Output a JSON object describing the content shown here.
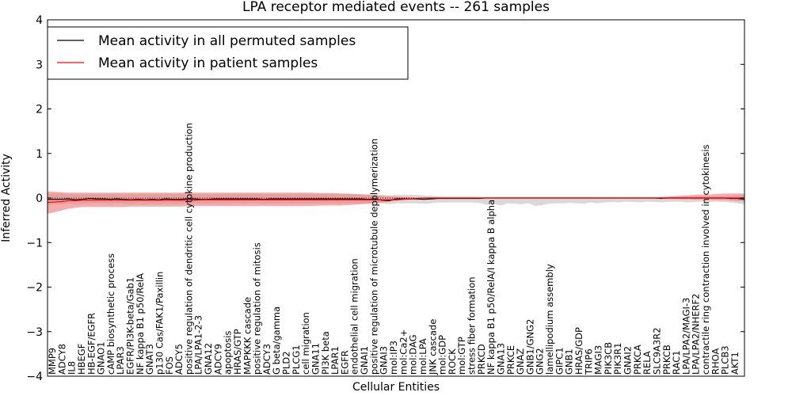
{
  "chart_data": {
    "type": "line",
    "title": "LPA receptor mediated events -- 261 samples",
    "xlabel": "Cellular Entities",
    "ylabel": "Inferred Activity",
    "ylim": [
      -4,
      4
    ],
    "yticks": [
      -4,
      -3,
      -2,
      -1,
      0,
      1,
      2,
      3,
      4
    ],
    "ytick_labels": [
      "−4",
      "−3",
      "−2",
      "−1",
      "0",
      "1",
      "2",
      "3",
      "4"
    ],
    "grid": false,
    "legend_placement": "top-left",
    "legend": [
      {
        "label": "Mean activity in all permuted samples",
        "color": "#000000"
      },
      {
        "label": "Mean activity in patient samples",
        "color": "#ff0000"
      }
    ],
    "colors": {
      "permuted_band": "#cccccc",
      "patient_band": "#f08080",
      "permuted_line": "#000000",
      "patient_line": "#ff0000"
    },
    "x": [
      0,
      1,
      2,
      3,
      4,
      5,
      6,
      7,
      8,
      9,
      10,
      11,
      12,
      13,
      14,
      15,
      16,
      17,
      18,
      19,
      20,
      21,
      22,
      23,
      24,
      25,
      26,
      27,
      28,
      29,
      30,
      31,
      32,
      33,
      34,
      35,
      36,
      37,
      38,
      39,
      40,
      41,
      42,
      43,
      44,
      45,
      46,
      47,
      48,
      49,
      50,
      51,
      52,
      53,
      54,
      55,
      56,
      57,
      58,
      59,
      60,
      61,
      62,
      63,
      64,
      65,
      66,
      67,
      68,
      69,
      70,
      71,
      72,
      73,
      74,
      75,
      76,
      77,
      78,
      79,
      80,
      81,
      82,
      83,
      84,
      85,
      86,
      87,
      88,
      89,
      90,
      91,
      92,
      93,
      94,
      95,
      96,
      97,
      98,
      99,
      100
    ],
    "entity_labels": [
      "MMP9",
      "ADCY8",
      "IL8",
      "HBEGF",
      "HB-EGF/EGFR",
      "GNAO1",
      "cAMP biosynthetic process",
      "LPAR3",
      "EGFR/PI3K-beta/Gab1",
      "NF kappa B1 p50/RelA",
      "GNAT3",
      "p130 Cas/FAK1/Paxillin",
      "FOS",
      "ADCY5",
      "positive regulation of dendritic cell cytokine production",
      "LPA/LPA1-2-3",
      "GNA12",
      "ADCY9",
      "apoptosis",
      "HRAS/GTP",
      "MAPKKK cascade",
      "positive regulation of mitosis",
      "ADCY3",
      "G beta/gamma",
      "PLD2",
      "PLCG1",
      "cell migration",
      "GNA11",
      "PI3K beta",
      "LPAR1",
      "EGFR",
      "endothelial cell migration",
      "GNAI1",
      "positive regulation of microtubule depolymerization",
      "GNAI3",
      "mol:IP3",
      "mol:Ca2+",
      "mol:DAG",
      "mol:LPA",
      "JNK cascade",
      "mol:GDP",
      "ROCK",
      "mol:GTP",
      "stress fiber formation",
      "PRKCD",
      "NF kappa B1 p50/RelA/I kappa B alpha",
      "GNA13",
      "PRKCE",
      "GNAZ",
      "GNB1/GNG2",
      "GNG2",
      "lamellipodium assembly",
      "GIPC1",
      "GNB1",
      "HRAS/GDP",
      "TRIP6",
      "MAGI3",
      "PIK3CB",
      "PIK3R1",
      "GNAI2",
      "PRKCA",
      "RELA",
      "SLC9A3R2",
      "PRKCB",
      "RAC1",
      "LPA/LPA2/MAGI-3",
      "LPA/LPA2/NHERF2",
      "contractile ring contraction involved in cytokinesis",
      "RHOA",
      "PLCB3",
      "AKT1"
    ],
    "series": [
      {
        "name": "Mean activity in all permuted samples",
        "values": [
          -0.03,
          -0.03,
          -0.03,
          -0.02,
          -0.04,
          -0.03,
          -0.01,
          -0.02,
          -0.02,
          -0.03,
          -0.02,
          -0.03,
          -0.04,
          -0.03,
          -0.04,
          -0.03,
          -0.04,
          -0.02,
          -0.03,
          -0.03,
          -0.02,
          -0.02,
          -0.03,
          -0.03,
          -0.02,
          -0.02,
          -0.02,
          -0.02,
          -0.02,
          -0.02,
          -0.02,
          -0.03,
          -0.02,
          -0.02,
          -0.02,
          -0.02,
          -0.02,
          -0.02,
          -0.02,
          -0.02,
          -0.02,
          -0.02,
          -0.02,
          -0.02,
          -0.02,
          -0.02,
          -0.03,
          -0.02,
          -0.05,
          -0.06,
          -0.02,
          -0.02,
          -0.02,
          -0.02,
          -0.03,
          -0.02,
          -0.01,
          -0.01,
          -0.01,
          -0.01,
          -0.01,
          -0.01,
          -0.01,
          0.0,
          0.0,
          0.0,
          0.0,
          0.0,
          0.0,
          0.0,
          0.0,
          0.0,
          0.0,
          0.0,
          0.0,
          0.0,
          0.0,
          0.0,
          0.0,
          0.0,
          0.0,
          0.0,
          0.0,
          0.0,
          0.0,
          0.0,
          0.0,
          0.0,
          -0.01,
          0.0,
          0.0,
          0.0,
          0.0,
          0.0,
          0.0,
          0.0,
          0.0,
          0.0,
          -0.01,
          -0.01,
          -0.03
        ],
        "band_low": [
          -0.16,
          -0.15,
          -0.14,
          -0.13,
          -0.14,
          -0.13,
          -0.12,
          -0.12,
          -0.12,
          -0.13,
          -0.12,
          -0.13,
          -0.14,
          -0.13,
          -0.14,
          -0.13,
          -0.14,
          -0.12,
          -0.13,
          -0.13,
          -0.12,
          -0.12,
          -0.13,
          -0.13,
          -0.12,
          -0.12,
          -0.12,
          -0.12,
          -0.12,
          -0.12,
          -0.12,
          -0.13,
          -0.12,
          -0.12,
          -0.12,
          -0.12,
          -0.12,
          -0.12,
          -0.12,
          -0.12,
          -0.12,
          -0.12,
          -0.12,
          -0.12,
          -0.12,
          -0.12,
          -0.13,
          -0.12,
          -0.12,
          -0.14,
          -0.12,
          -0.12,
          -0.12,
          -0.12,
          -0.13,
          -0.12,
          -0.1,
          -0.1,
          -0.1,
          -0.1,
          -0.1,
          -0.1,
          -0.11,
          -0.15,
          -0.13,
          -0.17,
          -0.12,
          -0.13,
          -0.14,
          -0.12,
          -0.18,
          -0.16,
          -0.13,
          -0.12,
          -0.12,
          -0.11,
          -0.12,
          -0.13,
          -0.1,
          -0.12,
          -0.1,
          -0.09,
          -0.1,
          -0.08,
          -0.09,
          -0.1,
          -0.08,
          -0.09,
          -0.1,
          -0.09,
          -0.08,
          -0.09,
          -0.1,
          -0.09,
          -0.08,
          -0.09,
          -0.08,
          -0.09,
          -0.1,
          -0.12,
          -0.14
        ],
        "band_high": [
          0.1,
          0.1,
          0.1,
          0.09,
          0.09,
          0.09,
          0.09,
          0.09,
          0.09,
          0.09,
          0.09,
          0.09,
          0.09,
          0.09,
          0.09,
          0.09,
          0.09,
          0.09,
          0.09,
          0.09,
          0.09,
          0.09,
          0.09,
          0.09,
          0.09,
          0.09,
          0.09,
          0.09,
          0.09,
          0.09,
          0.09,
          0.09,
          0.09,
          0.09,
          0.09,
          0.09,
          0.09,
          0.09,
          0.09,
          0.09,
          0.09,
          0.09,
          0.09,
          0.09,
          0.09,
          0.09,
          0.08,
          0.08,
          0.07,
          0.06,
          0.07,
          0.07,
          0.07,
          0.07,
          0.06,
          0.05,
          0.04,
          0.03,
          0.03,
          0.03,
          0.03,
          0.03,
          0.02,
          0.02,
          0.02,
          0.02,
          0.02,
          0.02,
          0.02,
          0.02,
          0.02,
          0.02,
          0.02,
          0.02,
          0.02,
          0.02,
          0.02,
          0.02,
          0.02,
          0.02,
          0.02,
          0.02,
          0.02,
          0.02,
          0.02,
          0.02,
          0.02,
          0.02,
          0.02,
          0.03,
          0.03,
          0.04,
          0.04,
          0.04,
          0.03,
          0.03,
          0.03,
          0.04,
          0.05,
          0.06,
          0.07
        ]
      },
      {
        "name": "Mean activity in patient samples",
        "values": [
          -0.1,
          -0.09,
          -0.08,
          -0.06,
          -0.06,
          -0.05,
          -0.05,
          -0.05,
          -0.05,
          -0.05,
          -0.05,
          -0.05,
          -0.05,
          -0.05,
          -0.05,
          -0.05,
          -0.05,
          -0.05,
          -0.05,
          -0.05,
          -0.05,
          -0.05,
          -0.04,
          -0.04,
          -0.04,
          -0.04,
          -0.04,
          -0.04,
          -0.04,
          -0.04,
          -0.04,
          -0.04,
          -0.04,
          -0.04,
          -0.04,
          -0.04,
          -0.04,
          -0.04,
          -0.04,
          -0.04,
          -0.04,
          -0.04,
          -0.04,
          -0.04,
          -0.04,
          -0.04,
          -0.04,
          -0.04,
          -0.04,
          -0.04,
          -0.04,
          -0.03,
          -0.02,
          -0.01,
          0.0,
          0.0,
          0.0,
          0.0,
          0.0,
          0.0,
          0.0,
          0.0,
          0.0,
          0.0,
          0.0,
          0.0,
          0.0,
          0.0,
          0.0,
          0.0,
          0.0,
          0.0,
          0.0,
          0.0,
          0.0,
          0.0,
          0.0,
          0.0,
          0.0,
          0.0,
          0.0,
          0.0,
          0.0,
          0.0,
          0.0,
          0.0,
          0.0,
          0.0,
          0.0,
          0.0,
          0.0,
          0.0,
          0.0,
          0.0,
          0.0,
          0.0,
          0.0,
          0.0,
          0.0,
          0.0,
          0.0
        ],
        "band_low": [
          -0.35,
          -0.32,
          -0.28,
          -0.24,
          -0.22,
          -0.2,
          -0.2,
          -0.2,
          -0.2,
          -0.2,
          -0.2,
          -0.2,
          -0.19,
          -0.19,
          -0.19,
          -0.19,
          -0.19,
          -0.19,
          -0.19,
          -0.19,
          -0.18,
          -0.18,
          -0.18,
          -0.18,
          -0.18,
          -0.18,
          -0.18,
          -0.18,
          -0.18,
          -0.18,
          -0.18,
          -0.18,
          -0.18,
          -0.18,
          -0.18,
          -0.18,
          -0.18,
          -0.18,
          -0.18,
          -0.17,
          -0.17,
          -0.17,
          -0.17,
          -0.16,
          -0.15,
          -0.14,
          -0.13,
          -0.12,
          -0.1,
          -0.08,
          -0.06,
          -0.05,
          -0.04,
          -0.03,
          -0.02,
          -0.01,
          -0.01,
          -0.01,
          -0.01,
          -0.01,
          -0.01,
          -0.01,
          -0.01,
          -0.01,
          -0.01,
          -0.01,
          -0.01,
          -0.01,
          -0.01,
          -0.01,
          -0.01,
          -0.01,
          -0.01,
          -0.01,
          -0.01,
          -0.01,
          -0.01,
          -0.01,
          -0.01,
          -0.01,
          -0.01,
          -0.01,
          -0.01,
          -0.01,
          -0.01,
          -0.01,
          -0.01,
          -0.01,
          -0.01,
          -0.02,
          -0.02,
          -0.03,
          -0.03,
          -0.04,
          -0.04,
          -0.04,
          -0.05,
          -0.05,
          -0.06,
          -0.07,
          -0.08
        ],
        "band_high": [
          0.15,
          0.14,
          0.13,
          0.12,
          0.12,
          0.12,
          0.12,
          0.12,
          0.12,
          0.12,
          0.12,
          0.12,
          0.12,
          0.12,
          0.12,
          0.12,
          0.12,
          0.12,
          0.12,
          0.12,
          0.12,
          0.12,
          0.12,
          0.12,
          0.12,
          0.12,
          0.12,
          0.12,
          0.12,
          0.12,
          0.12,
          0.12,
          0.12,
          0.12,
          0.12,
          0.12,
          0.12,
          0.12,
          0.12,
          0.11,
          0.11,
          0.11,
          0.1,
          0.1,
          0.09,
          0.08,
          0.07,
          0.06,
          0.05,
          0.04,
          0.03,
          0.02,
          0.02,
          0.01,
          0.01,
          0.01,
          0.01,
          0.01,
          0.01,
          0.01,
          0.01,
          0.01,
          0.01,
          0.01,
          0.01,
          0.01,
          0.01,
          0.01,
          0.01,
          0.01,
          0.01,
          0.01,
          0.01,
          0.01,
          0.01,
          0.01,
          0.01,
          0.01,
          0.01,
          0.01,
          0.01,
          0.01,
          0.01,
          0.01,
          0.01,
          0.01,
          0.01,
          0.01,
          0.02,
          0.03,
          0.04,
          0.05,
          0.06,
          0.07,
          0.08,
          0.08,
          0.09,
          0.1,
          0.1,
          0.1,
          0.1
        ]
      }
    ]
  }
}
